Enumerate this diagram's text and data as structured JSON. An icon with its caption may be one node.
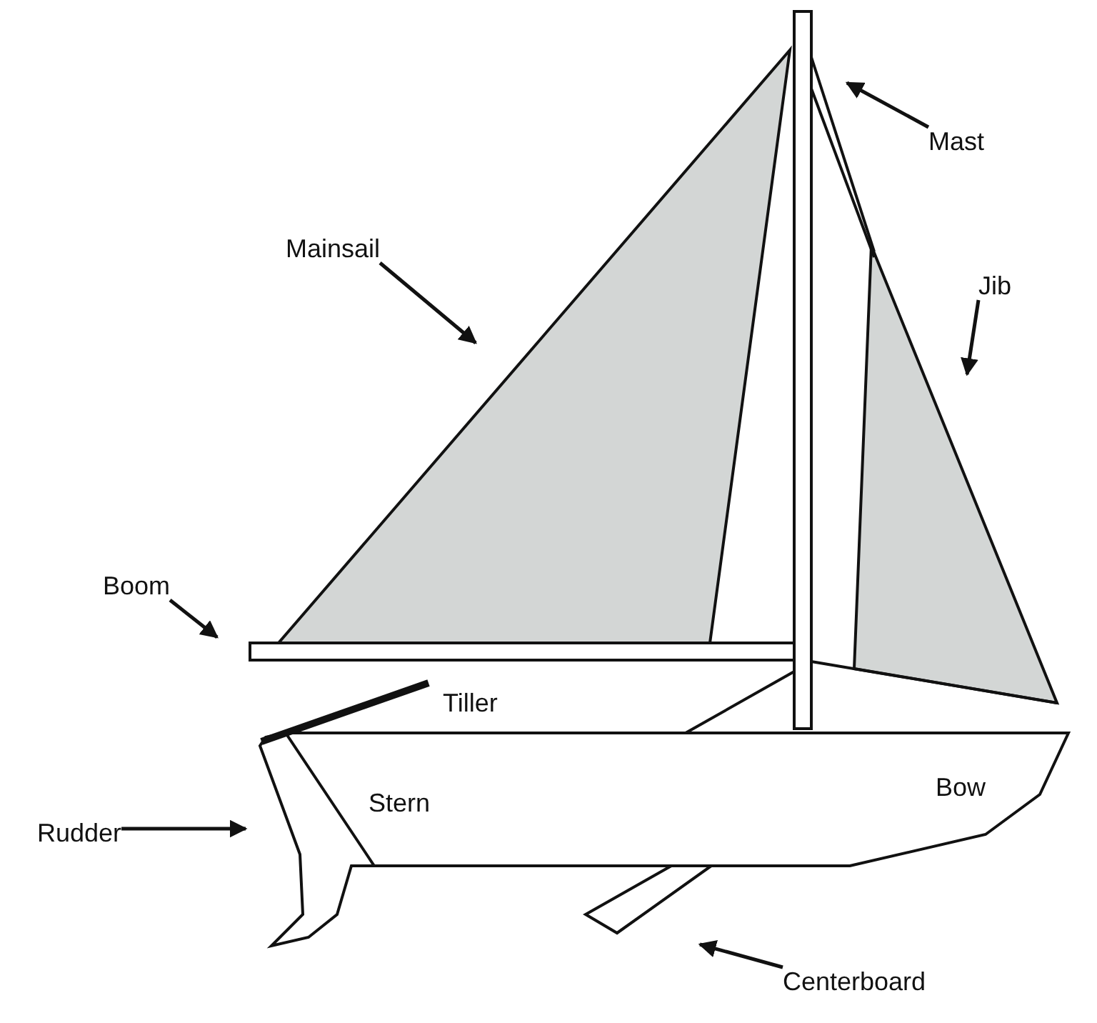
{
  "diagram": {
    "nodes": [
      {
        "text": [
          "Mast"
        ]
      },
      {
        "text": [
          "Mainsail"
        ]
      },
      {
        "text": [
          "Jib"
        ]
      },
      {
        "text": [
          "Boom"
        ]
      },
      {
        "text": [
          "Rudder"
        ]
      },
      {
        "text": [
          "Centerboard"
        ]
      }
    ],
    "edges": [
      {
        "from": 0,
        "to": null,
        "arrow": "to"
      },
      {
        "from": 1,
        "to": null,
        "arrow": "to"
      },
      {
        "from": 2,
        "to": null,
        "arrow": "to"
      },
      {
        "from": 3,
        "to": null,
        "arrow": "to"
      },
      {
        "from": 4,
        "to": null,
        "arrow": "to"
      },
      {
        "from": 5,
        "to": null,
        "arrow": "to"
      }
    ],
    "labels": [
      "Tiller",
      "Bow",
      "Stern"
    ]
  }
}
